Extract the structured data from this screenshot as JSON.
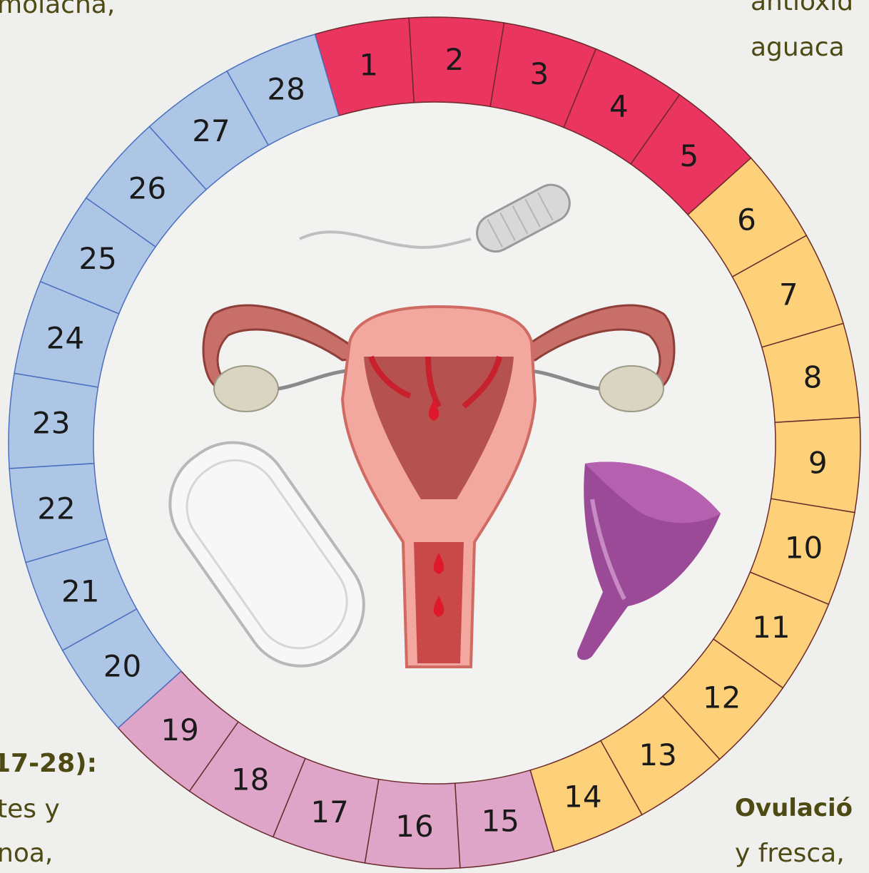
{
  "days": [
    "1",
    "2",
    "3",
    "4",
    "5",
    "6",
    "7",
    "8",
    "9",
    "10",
    "11",
    "12",
    "13",
    "14",
    "15",
    "16",
    "17",
    "18",
    "19",
    "20",
    "21",
    "22",
    "23",
    "24",
    "25",
    "26",
    "27",
    "28"
  ],
  "phases": [
    {
      "days": [
        1,
        2,
        3,
        4,
        5
      ],
      "color": "#e9355f"
    },
    {
      "days": [
        6,
        7,
        8,
        9,
        10,
        11,
        12,
        13,
        14
      ],
      "color": "#fdd07a"
    },
    {
      "days": [
        15,
        16,
        17,
        18,
        19
      ],
      "color": "#dea5c9"
    },
    {
      "days": [
        20,
        21,
        22,
        23,
        24,
        25,
        26,
        27,
        28
      ],
      "color": "#adc6e6"
    }
  ],
  "colors": {
    "background": "#efefee",
    "ring_line": "#6b2a2a",
    "blue_line": "#4a6fbf",
    "text": "#1a1a1a",
    "corner_text": "#4d4a14"
  },
  "corner_texts": {
    "top_left": "molacha,",
    "top_right_1": "antioxid",
    "top_right_2": "aguaca",
    "bottom_left_heading": "17-28):",
    "bottom_left_1": "tes y",
    "bottom_left_2": "noa,",
    "bottom_right_heading": "Ovulació",
    "bottom_right_1": "y fresca,"
  },
  "illustrations": [
    "tampon-icon",
    "uterus-icon",
    "sanitary-pad-icon",
    "menstrual-cup-icon"
  ]
}
